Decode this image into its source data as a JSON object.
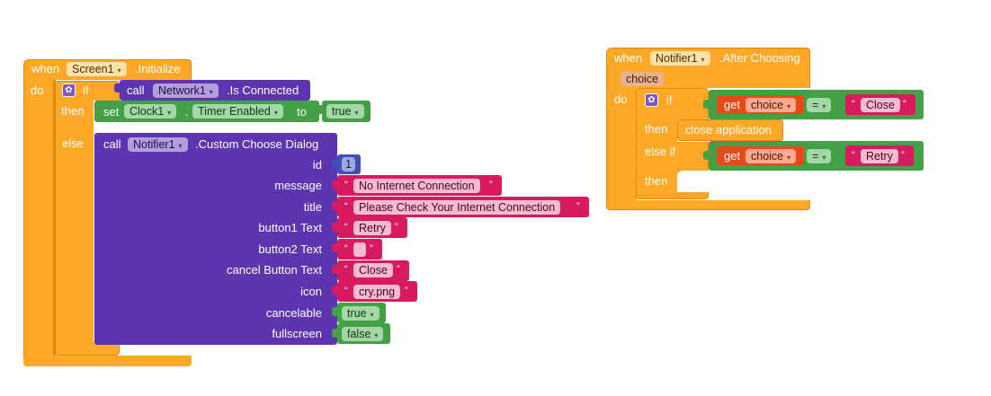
{
  "screen_init": {
    "when": "when",
    "component": "Screen1",
    "event": ".Initialize",
    "do": "do",
    "if": "if",
    "then": "then",
    "else": "else",
    "call": "call",
    "network": "Network1",
    "is_connected": ".Is Connected",
    "set": "set",
    "clock": "Clock1",
    "dot": ".",
    "timer_enabled": "Timer Enabled",
    "to": "to",
    "true": "true",
    "notifier": "Notifier1",
    "dialog": ".Custom Choose Dialog",
    "params": [
      {
        "label": "id",
        "value": "1",
        "kind": "number"
      },
      {
        "label": "message",
        "value": "No Internet Connection",
        "kind": "text"
      },
      {
        "label": "title",
        "value": "Please Check Your Internet Connection",
        "kind": "text"
      },
      {
        "label": "button1 Text",
        "value": "Retry",
        "kind": "text"
      },
      {
        "label": "button2 Text",
        "value": "",
        "kind": "text"
      },
      {
        "label": "cancel Button Text",
        "value": "Close",
        "kind": "text"
      },
      {
        "label": "icon",
        "value": "cry.png",
        "kind": "text"
      },
      {
        "label": "cancelable",
        "value": "true",
        "kind": "bool"
      },
      {
        "label": "fullscreen",
        "value": "false",
        "kind": "bool"
      }
    ]
  },
  "after_choosing": {
    "when": "when",
    "component": "Notifier1",
    "event": ".After Choosing",
    "param": "choice",
    "do": "do",
    "if": "if",
    "then": "then",
    "else_if": "else if",
    "get": "get",
    "var": "choice",
    "eq": "=",
    "close": "Close",
    "close_app": "close application",
    "retry": "Retry"
  },
  "glyphs": {
    "quote_open": "“",
    "quote_close": "”",
    "caret": "▾",
    "gear": "✿"
  }
}
